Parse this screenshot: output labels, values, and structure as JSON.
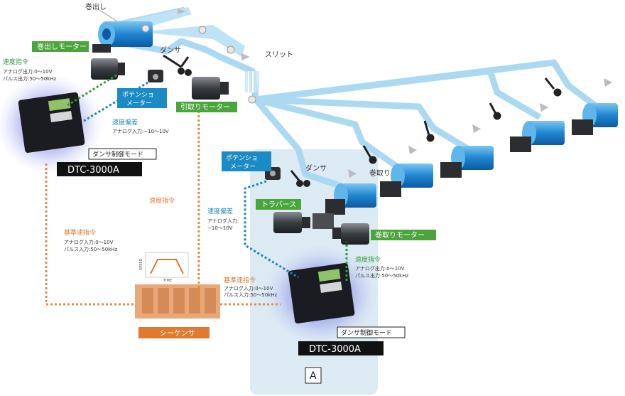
{
  "labels": {
    "unwind": "巻出し",
    "unwind_motor": "巻出しモーター",
    "dancer_top": "ダンサ",
    "slit": "スリット",
    "pot_top": "ポテンショ\nメーター",
    "pull_motor": "引取りモーター",
    "speed_cmd_left": "速度指令",
    "speed_cmd_left_sub1": "アナログ出力:0～10V",
    "speed_cmd_left_sub2": "パルス出力:50～50kHz",
    "speed_dev_top": "速度偏差",
    "speed_dev_top_sub": "アナログ入力:−10～10V",
    "mode_top": "ダンサ制御モード",
    "model_top": "DTC-3000A",
    "speed_cmd_mid": "速度指令",
    "ref_speed_left": "基準速指令",
    "ref_speed_left_sub1": "アナログ入力:0～10V",
    "ref_speed_left_sub2": "パルス入力:50～50kHz",
    "sequencer": "シーケンサ",
    "ref_speed_bottom": "基準速指令",
    "ref_speed_bottom_sub1": "アナログ入力:0～10V",
    "ref_speed_bottom_sub2": "パルス入力:50～50kHz",
    "pot_bottom": "ポテンショ\nメーター",
    "dancer_bottom": "ダンサ",
    "rewind": "巻取り",
    "traverse": "トラバース",
    "rewind_motor": "巻取りモーター",
    "speed_dev_bottom": "速度偏差",
    "speed_dev_bottom_sub1": "アナログ入力:",
    "speed_dev_bottom_sub2": "−10～10V",
    "speed_cmd_right": "速度指令",
    "speed_cmd_right_sub1": "アナログ出力:0～10V",
    "speed_cmd_right_sub2": "パルス出力:50～50kHz",
    "mode_bottom": "ダンサ制御モード",
    "model_bottom": "DTC-3000A",
    "panel_label": "A",
    "graph_speed": "SPEED",
    "graph_time": "TIME"
  },
  "colors": {
    "web": "#9fd3ef",
    "roll": "#2a8fd6",
    "green": "#4aa63c",
    "blue_tag": "#1a8bc4",
    "orange": "#e07a2e",
    "orange_line": "#e8894a",
    "teal_line": "#1a86b0",
    "green_line": "#2e9a3a",
    "panel": "#dceaf4"
  }
}
